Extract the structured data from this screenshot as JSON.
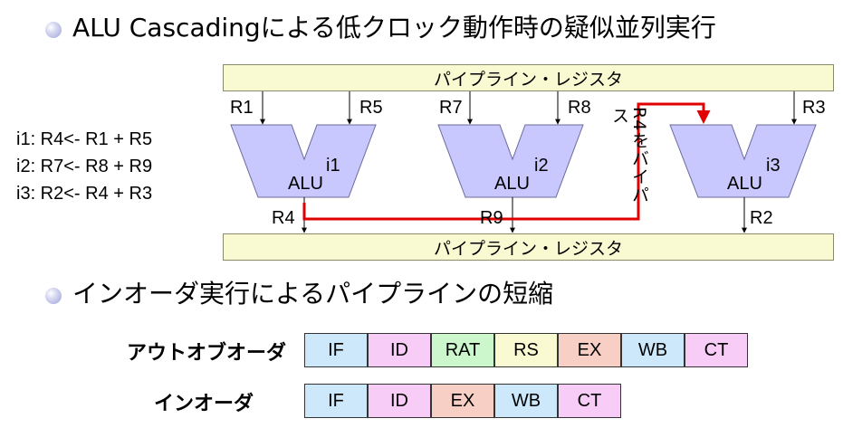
{
  "section1": {
    "title": "ALU Cascadingによる低クロック動作時の疑似並列実行"
  },
  "instructions": [
    "i1: R4<- R1 + R5",
    "i2: R7<- R8 + R9",
    "i3: R2<- R4 + R3"
  ],
  "pipeline_register_label": "パイプライン・レジスタ",
  "alus": [
    {
      "label": "ALU",
      "instr": "i1",
      "inputs": [
        "R1",
        "R5"
      ],
      "output": "R4"
    },
    {
      "label": "ALU",
      "instr": "i2",
      "inputs": [
        "R7",
        "R8"
      ],
      "output": "R9"
    },
    {
      "label": "ALU",
      "instr": "i3",
      "inputs": [
        "R4",
        "R3"
      ],
      "output": "R2"
    }
  ],
  "bypass_label": "R4をバイパス",
  "colors": {
    "bypass": "#e00000",
    "alu_fill": "#c8c8ff",
    "pipe_reg_fill": "#fafad2",
    "stage_IF": "#cce8fa",
    "stage_ID": "#f7ccf7",
    "stage_RAT": "#ccf7cc",
    "stage_RS": "#fafad2",
    "stage_EX": "#f7cfc4",
    "stage_WB": "#cce8fa",
    "stage_CT": "#f7ccf7"
  },
  "section2": {
    "title": "インオーダ実行によるパイプラインの短縮"
  },
  "pipelines": [
    {
      "name": "アウトオブオーダ",
      "stages": [
        "IF",
        "ID",
        "RAT",
        "RS",
        "EX",
        "WB",
        "CT"
      ]
    },
    {
      "name": "インオーダ",
      "stages": [
        "IF",
        "ID",
        "EX",
        "WB",
        "CT"
      ]
    }
  ]
}
